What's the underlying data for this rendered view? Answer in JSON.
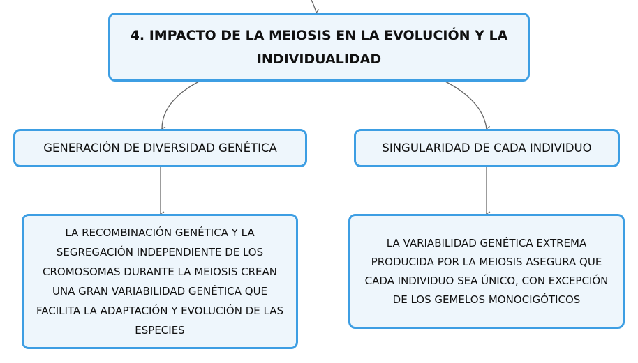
{
  "diagram": {
    "root": {
      "label": "4. IMPACTO DE LA MEIOSIS EN LA EVOLUCIÓN Y LA INDIVIDUALIDAD"
    },
    "branches": [
      {
        "label": "GENERACIÓN DE DIVERSIDAD GENÉTICA",
        "detail": "LA RECOMBINACIÓN GENÉTICA Y LA SEGREGACIÓN INDEPENDIENTE DE LOS CROMOSOMAS DURANTE LA MEIOSIS CREAN UNA GRAN VARIABILIDAD GENÉTICA QUE FACILITA LA ADAPTACIÓN Y EVOLUCIÓN DE LAS ESPECIES"
      },
      {
        "label": "SINGULARIDAD DE CADA INDIVIDUO",
        "detail": "LA VARIABILIDAD GENÉTICA EXTREMA PRODUCIDA POR LA MEIOSIS ASEGURA QUE CADA INDIVIDUO SEA ÚNICO, CON EXCEPCIÓN DE LOS GEMELOS MONOCIGÓTICOS"
      }
    ],
    "colors": {
      "node_border": "#3d9ee3",
      "node_fill": "#eef6fc",
      "connector": "#666666",
      "text": "#111111"
    }
  }
}
